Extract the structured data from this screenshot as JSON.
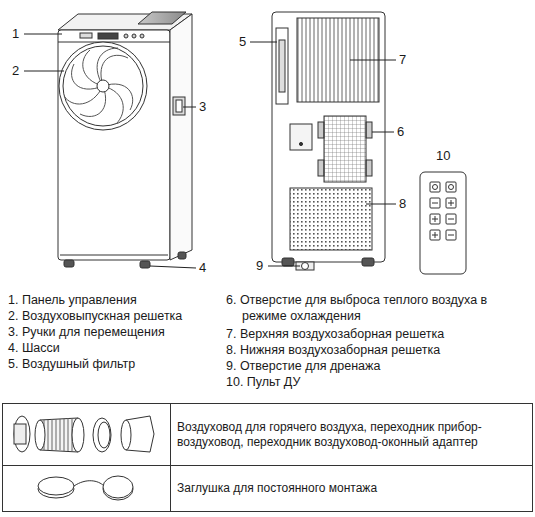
{
  "diagram": {
    "labels": [
      "1",
      "2",
      "3",
      "4",
      "5",
      "6",
      "7",
      "8",
      "9",
      "10",
      "1. Панель управления",
      "2. Воздуховыпускная решетка",
      "3. Ручки для перемещения",
      "4. Шасси",
      "5. Воздушный фильтр",
      "6. Отверстие для выброса теплого воздуха в режиме охлаждения",
      "7. Верхняя воздухозаборная решетка",
      "8. Нижняя воздухозаборная решетка",
      "9. Отверстие для дренажа",
      "10. Пульт ДУ",
      "Воздуховод для горячего воздуха, переходник прибор-воздуховод, переходник воздуховод-оконный адаптер",
      "Заглушка для постоянного монтажа"
    ]
  }
}
